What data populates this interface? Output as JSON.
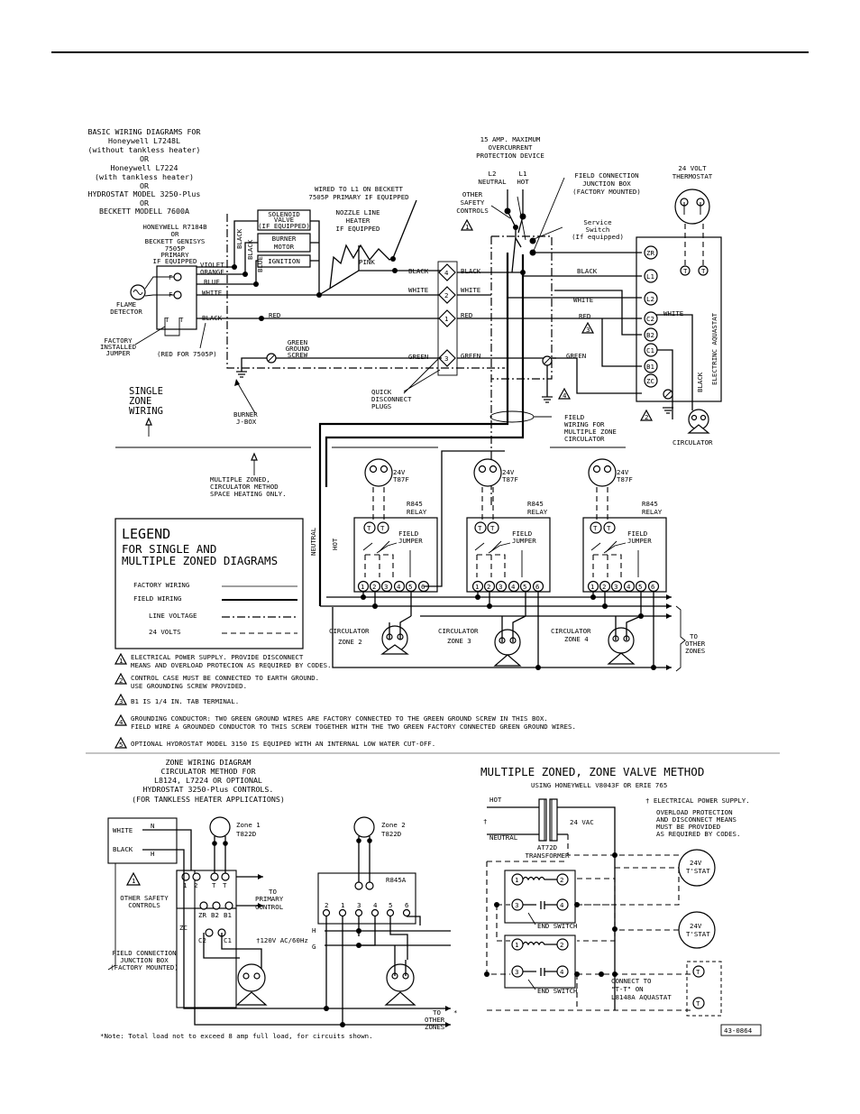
{
  "top": {
    "title_lines": [
      "BASIC WIRING DIAGRAMS FOR",
      "Honeywell L7248L",
      "(without tankless heater)",
      "OR",
      "Honeywell L7224",
      "(with tankless heater)",
      "OR",
      "HYDROSTAT MODEL 3250-Plus",
      "OR",
      "BECKETT MODELL 7600A"
    ],
    "overcurrent_lines": [
      "15 AMP. MAXIMUM",
      "OVERCURRENT",
      "PROTECTION DEVICE"
    ],
    "l2_lines": [
      "L2",
      "NEUTRAL"
    ],
    "l1_lines": [
      "L1",
      "HOT"
    ],
    "field_jbox_lines": [
      "FIELD CONNECTION",
      "JUNCTION BOX",
      "(FACTORY MOUNTED)"
    ],
    "thermostat_lines": [
      "24 VOLT",
      "THERMOSTAT"
    ],
    "wired_l1_lines": [
      "WIRED TO L1 ON BECKETT",
      "7505P PRIMARY IF EQUIPPED"
    ],
    "other_safety_lines": [
      "OTHER",
      "SAFETY",
      "CONTROLS"
    ],
    "service_switch_lines": [
      "Service",
      "Switch",
      "(If equipped)"
    ],
    "nozzle_lines": [
      "NOZZLE LINE",
      "HEATER",
      "IF EQUIPPED"
    ],
    "solenoid_lines": [
      "SOLENOID",
      "VALVE",
      "(IF EQUIPPED)"
    ],
    "burner_motor_lines": [
      "BURNER",
      "MOTOR"
    ],
    "ignition": "IGNITION",
    "primary_lines": [
      "HONEYWELL R7184B",
      "OR",
      "BECKETT GENISYS",
      "7505P",
      "PRIMARY",
      "IF EQUIPPED"
    ],
    "flame_lines": [
      "FLAME",
      "DETECTOR"
    ],
    "factory_jumper_lines": [
      "FACTORY",
      "INSTALLED",
      "JUMPER"
    ],
    "red_7505p": "(RED FOR 7505P)",
    "green_ground_lines": [
      "GREEN",
      "GROUND",
      "SCREW"
    ],
    "quick_disc_lines": [
      "QUICK",
      "DISCONNECT",
      "PLUGS"
    ],
    "burner_jbox_lines": [
      "BURNER",
      "J-BOX"
    ],
    "single_zone_lines": [
      "SINGLE",
      "ZONE",
      "WIRING"
    ],
    "field_wiring_lines": [
      "FIELD",
      "WIRING FOR",
      "MULTIPLE ZONE",
      "CIRCULATOR"
    ],
    "circulator": "CIRCULATOR",
    "aquastat": "ELECTRINC AQUASTAT",
    "aquastat_terminals": [
      "ZR",
      "L1",
      "L2",
      "C2",
      "B2",
      "C1",
      "B1",
      "ZC"
    ],
    "wire_labels": {
      "violet": "VIOLET",
      "orange": "ORANGE",
      "blue": "BLUE",
      "white": "WHITE",
      "black": "BLACK",
      "red": "RED",
      "green": "GREEN",
      "pink": "PINK"
    },
    "plug_numbers": [
      "4",
      "2",
      "1",
      "3"
    ],
    "f": "F",
    "t": "T"
  },
  "multi": {
    "caption_lines": [
      "MULTIPLE ZONED,",
      "CIRCULATOR METHOD",
      "SPACE HEATING ONLY."
    ],
    "neutral": "NEUTRAL",
    "hot": "HOT",
    "t87f_lines": [
      "24V",
      "T87F"
    ],
    "relay_lines": [
      "R845",
      "RELAY"
    ],
    "jumper_lines": [
      "FIELD",
      "JUMPER"
    ],
    "terminals": [
      "1",
      "2",
      "3",
      "4",
      "5",
      "6"
    ],
    "zones": [
      [
        "CIRCULATOR",
        "ZONE 2"
      ],
      [
        "CIRCULATOR",
        "ZONE 3"
      ],
      [
        "CIRCULATOR",
        "ZONE 4"
      ]
    ],
    "other_zones_lines": [
      "TO",
      "OTHER",
      "ZONES"
    ]
  },
  "legend": {
    "title": "LEGEND",
    "subtitle_lines": [
      "FOR SINGLE AND",
      "MULTIPLE ZONED DIAGRAMS"
    ],
    "items": [
      "FACTORY WIRING",
      "FIELD WIRING",
      "LINE VOLTAGE",
      "24 VOLTS"
    ]
  },
  "notes": [
    {
      "num": "1",
      "lines": [
        "ELECTRICAL POWER SUPPLY. PROVIDE DISCONNECT",
        "MEANS AND OVERLOAD PROTECION AS REQUIRED BY CODES."
      ]
    },
    {
      "num": "2",
      "lines": [
        "CONTROL CASE MUST BE CONNECTED TO EARTH GROUND.",
        "USE GROUNDING SCREW PROVIDED."
      ]
    },
    {
      "num": "3",
      "lines": [
        "B1 IS 1/4 IN. TAB TERMINAL."
      ]
    },
    {
      "num": "4",
      "lines": [
        "GROUNDING CONDUCTOR:  TWO GREEN GROUND WIRES ARE FACTORY CONNECTED TO THE GREEN GROUND SCREW IN THIS BOX.",
        "FIELD WIRE A GROUNDED CONDUCTOR TO THIS SCREW TOGETHER WITH THE TWO GREEN FACTORY CONNECTED GREEN GROUND WIRES."
      ]
    },
    {
      "num": "5",
      "lines": [
        "OPTIONAL HYDROSTAT MODEL 3150 IS EQUIPED WITH AN INTERNAL LOW WATER CUT-OFF."
      ]
    }
  ],
  "zone_diag": {
    "title_lines": [
      "ZONE WIRING DIAGRAM",
      "CIRCULATOR METHOD FOR",
      "L8124, L7224 OR OPTIONAL",
      "HYDROSTAT 3250-Plus CONTROLS.",
      "(FOR TANKLESS HEATER APPLICATIONS)"
    ],
    "white": "WHITE",
    "black": "BLACK",
    "n": "N",
    "h": "H",
    "zone1_lines": [
      "Zone 1",
      "T822D"
    ],
    "zone2_lines": [
      "Zone 2",
      "T822D"
    ],
    "r845a": "R845A",
    "r845a_terms": [
      "2",
      "1",
      "3",
      "4",
      "5",
      "6"
    ],
    "to_primary_lines": [
      "TO",
      "PRIMARY",
      "CONTROL"
    ],
    "other_safety_lines": [
      "OTHER SAFETY",
      "CONTROLS"
    ],
    "jbox_lines": [
      "FIELD CONNECTION",
      "JUNCTION BOX",
      "(FACTORY MOUNTED)"
    ],
    "supply": "†120V AC/60Hz",
    "h_label": "H",
    "g_label": "G",
    "aq_terms": [
      "ZR",
      "B2",
      "B1",
      "ZC",
      "C2",
      "C1"
    ],
    "t_terms": [
      "1",
      "2",
      "T",
      "T"
    ],
    "to_other_lines": [
      "TO",
      "OTHER",
      "ZONES"
    ],
    "star": "*",
    "footnote": "*Note: Total load not to exceed 8 amp full load, for circuits shown."
  },
  "valve": {
    "title": "MULTIPLE ZONED, ZONE VALVE METHOD",
    "subtitle": "USING HONEYWELL V8043F OR ERIE 765",
    "hot": "HOT",
    "neutral": "NEUTRAL",
    "dagger": "†",
    "vac": "24 VAC",
    "transformer_lines": [
      "AT72D",
      "TRANSFORMER"
    ],
    "power_note": "† ELECTRICAL POWER SUPPLY.",
    "overload_lines": [
      "OVERLOAD PROTECTION",
      "AND DISCONNECT MEANS",
      "MUST BE PROVIDED",
      "AS REQUIRED BY CODES."
    ],
    "tstat_lines": [
      "24V",
      "T'STAT"
    ],
    "end_switch": "END SWITCH",
    "connect_lines": [
      "CONNECT TO",
      "\"T-T\" ON",
      "L8148A AQUASTAT"
    ],
    "t": "T",
    "coil_terms": [
      "1",
      "2",
      "3",
      "4"
    ],
    "doc_number": "43-0864"
  }
}
